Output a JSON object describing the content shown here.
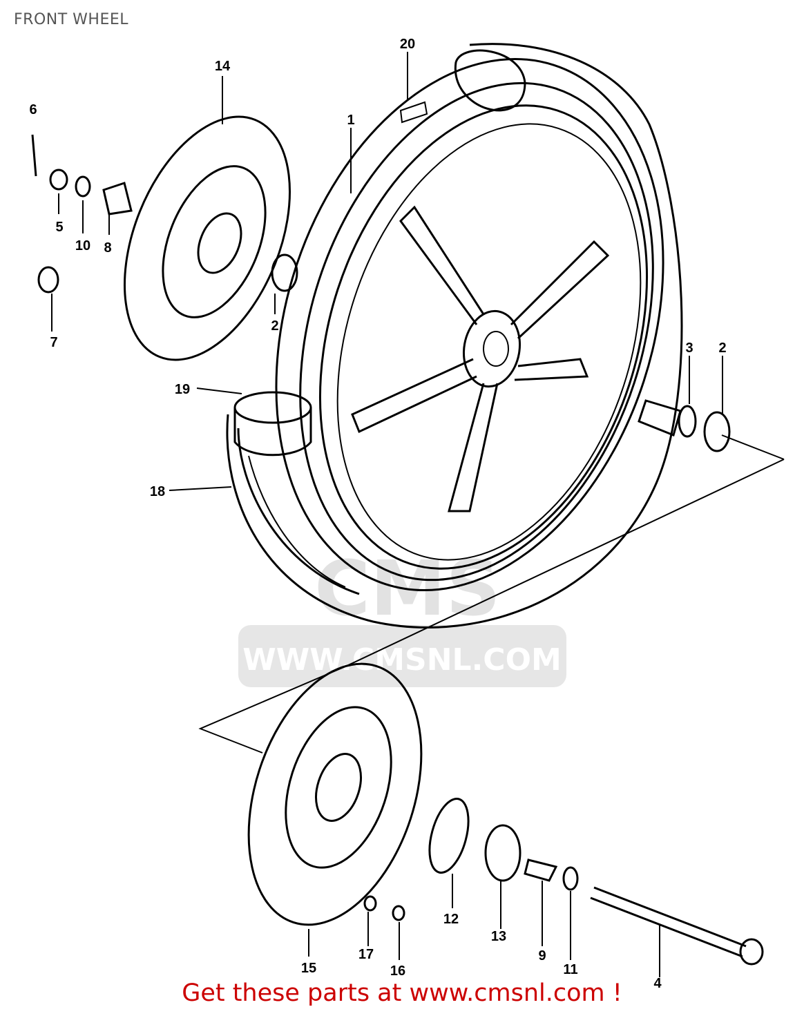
{
  "title": "FRONT WHEEL",
  "watermark": {
    "brand": "CMS",
    "url": "WWW.CMSNL.COM"
  },
  "footer": {
    "text": "Get these parts at www.cmsnl.com !",
    "color": "#cc0000"
  },
  "colors": {
    "line": "#000000",
    "watermark": "#d8d8d8"
  },
  "callouts": [
    {
      "id": "c1",
      "number": "1"
    },
    {
      "id": "c2a",
      "number": "2"
    },
    {
      "id": "c2b",
      "number": "2"
    },
    {
      "id": "c3",
      "number": "3"
    },
    {
      "id": "c4",
      "number": "4"
    },
    {
      "id": "c5",
      "number": "5"
    },
    {
      "id": "c6",
      "number": "6"
    },
    {
      "id": "c7",
      "number": "7"
    },
    {
      "id": "c8",
      "number": "8"
    },
    {
      "id": "c9",
      "number": "9"
    },
    {
      "id": "c10",
      "number": "10"
    },
    {
      "id": "c11",
      "number": "11"
    },
    {
      "id": "c12",
      "number": "12"
    },
    {
      "id": "c13",
      "number": "13"
    },
    {
      "id": "c14",
      "number": "14"
    },
    {
      "id": "c15",
      "number": "15"
    },
    {
      "id": "c16",
      "number": "16"
    },
    {
      "id": "c17",
      "number": "17"
    },
    {
      "id": "c18",
      "number": "18"
    },
    {
      "id": "c19",
      "number": "19"
    },
    {
      "id": "c20",
      "number": "20"
    }
  ]
}
